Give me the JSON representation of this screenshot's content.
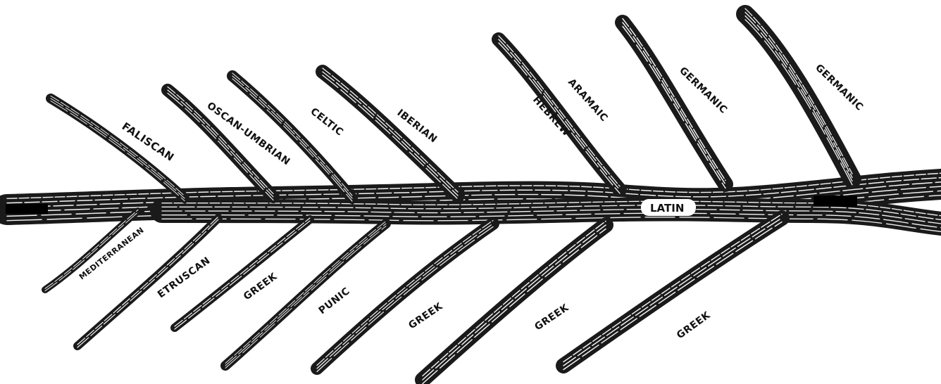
{
  "title": "",
  "colors": {
    "ink": "#1a1a1a",
    "flow_line": "#f4f4f4",
    "background": "#ffffff"
  },
  "main_stream": {
    "label": "LATIN"
  },
  "tributaries": [
    {
      "label": "FALISCAN"
    },
    {
      "label": "MEDITERRANEAN"
    },
    {
      "label": "OSCAN-UMBRIAN"
    },
    {
      "label": "ETRUSCAN"
    },
    {
      "label": "CELTIC"
    },
    {
      "label": "GREEK"
    },
    {
      "label": "IBERIAN"
    },
    {
      "label": "PUNIC"
    },
    {
      "label": "GREEK"
    },
    {
      "label": "HEBREW"
    },
    {
      "label": "ARAMAIC"
    },
    {
      "label": "GREEK"
    },
    {
      "label": "GERMANIC"
    },
    {
      "label": "GREEK"
    },
    {
      "label": "GERMANIC"
    }
  ]
}
